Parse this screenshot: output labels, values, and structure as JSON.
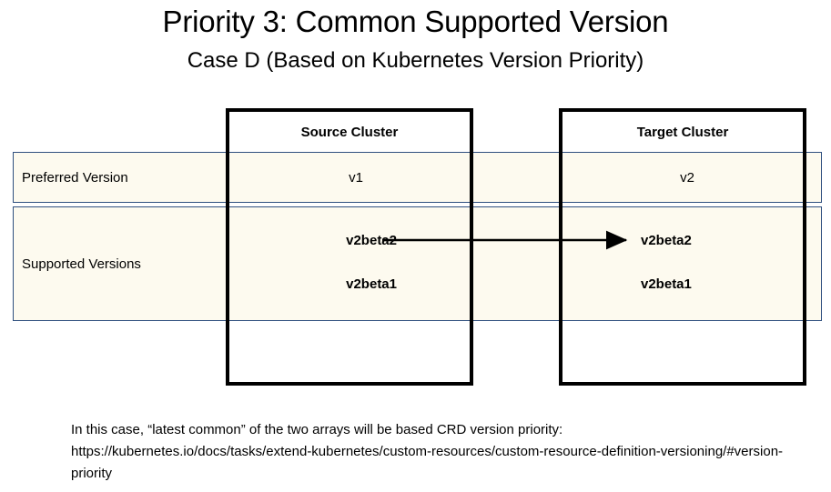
{
  "title": "Priority 3: Common Supported Version",
  "subtitle": "Case D (Based on Kubernetes Version Priority)",
  "colors": {
    "table_fill": "#fdfaef",
    "table_border": "#2f4f7f",
    "box_border": "#000000",
    "arrow": "#000000",
    "text": "#000000"
  },
  "clusters": {
    "source_label": "Source Cluster",
    "target_label": "Target Cluster"
  },
  "rows": {
    "preferred": {
      "label": "Preferred Version",
      "source": "v1",
      "target": "v2"
    },
    "supported": {
      "label": "Supported Versions",
      "source": [
        "v2beta2",
        "v2beta1"
      ],
      "target": [
        "v2beta2",
        "v2beta1"
      ]
    }
  },
  "arrow": {
    "from": "v2beta2",
    "to": "v2beta2"
  },
  "footer": {
    "line1": "In this case, “latest common” of the two arrays will be based CRD version priority:",
    "line2": "https://kubernetes.io/docs/tasks/extend-kubernetes/custom-resources/custom-resource-definition-versioning/#version-priority"
  }
}
